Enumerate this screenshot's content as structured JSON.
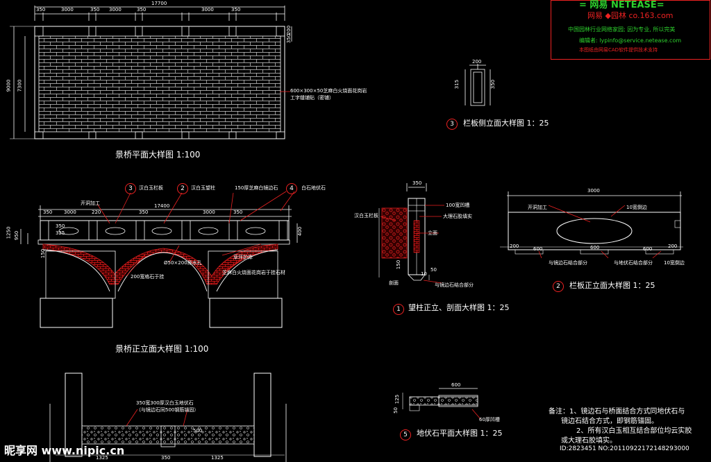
{
  "infobox": {
    "line1": "= 网易 NETEASE=",
    "line2": "网易 ◆园林  co.163.com",
    "line3": "中国园林行业网络家园; 因为专业, 所以完美",
    "line4": "编辑者: lypinfo@service.netease.com",
    "line5": "本图纸由网易CAD软件提供技术支持"
  },
  "plan": {
    "title": "景桥平面大样图   1:100",
    "dim_total": "17700",
    "dim_top": [
      "350",
      "3000",
      "350",
      "3000",
      "350",
      "3000",
      "350"
    ],
    "dim_left_outer": "9000",
    "dim_left_inner": "7300",
    "dim_right": [
      "200",
      "350"
    ],
    "callout": "600×300×50芝麻白火烧面花岗岩",
    "callout2": "工字缝铺贴（密铺）"
  },
  "section3": {
    "num": "3",
    "title": "栏板侧立面大样图  1：25",
    "dim_top": "200",
    "dim_left": "315",
    "dim_right": "350"
  },
  "elevation": {
    "title": "景桥正立面大样图    1:100",
    "dim_total": "17400",
    "dims": [
      "350",
      "3000",
      "220",
      "350",
      "3000",
      "350"
    ],
    "dim_left": [
      "1250",
      "950"
    ],
    "dim_small": [
      "350",
      "325",
      "150"
    ],
    "dim_right": "400",
    "marker_nums": [
      "3",
      "2",
      "4"
    ],
    "labels": [
      "汉白玉栏板",
      "汉白玉望柱",
      "150厚芝麻白镜边石",
      "白石地伏石"
    ],
    "label_openwork": "开洞加工",
    "label_drain": "Ø50×200排水孔",
    "label_arch": "200宽格石于挂",
    "label_pier": "草坪护岸",
    "label_face": "芝麻白火烧面花岗岩于挂石材"
  },
  "pillar": {
    "num": "1",
    "title": "望柱正立、剖面大样图  1：25",
    "dim_top": "350",
    "labels": [
      "汉白玉栏板",
      "100宽凹槽",
      "大理石胶填实",
      "立面",
      "剖面",
      "与镜边石结合部分"
    ],
    "dims": [
      "150",
      "50",
      "10"
    ]
  },
  "panel": {
    "num": "2",
    "title": "栏板正立面大样图  1：25",
    "dim_top": "3000",
    "labels": [
      "开洞加工",
      "10宽倒边",
      "与镜边石结合部分",
      "与地伏石结合部分",
      "10宽倒边"
    ],
    "dims_bottom": [
      "200",
      "600",
      "600",
      "600",
      "200"
    ]
  },
  "ground": {
    "num": "5",
    "title": "地伏石平面大样图  1：25",
    "dim_top": "600",
    "dims_left": [
      "125",
      "50"
    ],
    "label": "60厚凹槽"
  },
  "notes": {
    "line1": "备注：1、镜边石与桥面结合方式同地伏石与",
    "line2": "镜边石结合方式，即钢筋锚固。",
    "line3": "2、所有汉白玉相互结合部位均云实胶",
    "line4": "或大理石胶填实。"
  },
  "bottom_section": {
    "label1": "350宽300厚汉白玉地伏石",
    "label2": "（与镜边石同500钢筋锚固）",
    "dims": [
      "1325",
      "350",
      "1325"
    ],
    "dim_mid": "500"
  },
  "watermark": {
    "left": "昵享网 www.nipic.cn",
    "right": "ID:2823451 NO:20110922172148293000"
  }
}
